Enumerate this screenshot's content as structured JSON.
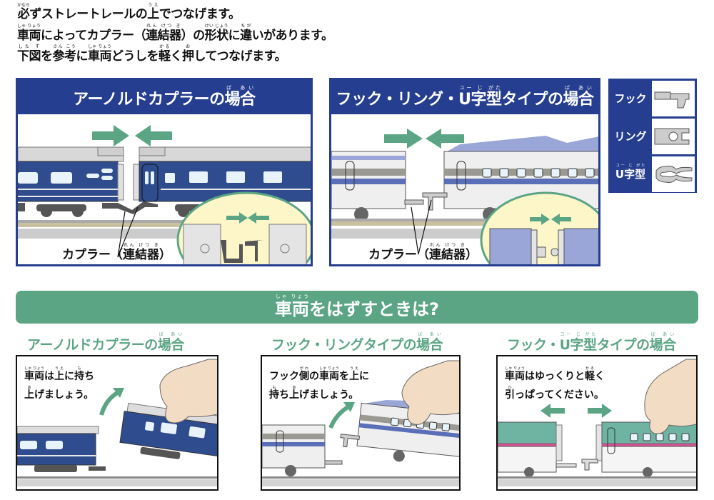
{
  "intro": {
    "lines": [
      [
        {
          "t": "必",
          "r": "かなら"
        },
        {
          "t": "ずストレートレールの"
        },
        {
          "t": "上",
          "r": "うえ"
        },
        {
          "t": "でつなげます。"
        }
      ],
      [
        {
          "t": "車両",
          "r": "しゃ りょう"
        },
        {
          "t": "によってカプラー（"
        },
        {
          "t": "連結器",
          "r": "れん けつ き"
        },
        {
          "t": "）の"
        },
        {
          "t": "形状",
          "r": "けい じょう"
        },
        {
          "t": "に"
        },
        {
          "t": "違",
          "r": "ちが"
        },
        {
          "t": "いがあります。"
        }
      ],
      [
        {
          "t": "下図",
          "r": "した ず"
        },
        {
          "t": "を"
        },
        {
          "t": "参考",
          "r": "さん こう"
        },
        {
          "t": "に"
        },
        {
          "t": "車両",
          "r": "しゃ りょう"
        },
        {
          "t": "どうしを"
        },
        {
          "t": "軽",
          "r": "かる"
        },
        {
          "t": "く"
        },
        {
          "t": "押",
          "r": "お"
        },
        {
          "t": "してつなげます。"
        }
      ]
    ]
  },
  "connect": {
    "arnold": {
      "title": [
        {
          "t": "アーノルドカプラーの"
        },
        {
          "t": "場合",
          "r": "ば あい"
        }
      ],
      "coupler_label": [
        {
          "t": "カプラー（"
        },
        {
          "t": "連結器",
          "r": "れん けつ き"
        },
        {
          "t": "）"
        }
      ]
    },
    "hook": {
      "title": [
        {
          "t": "フック・リング・"
        },
        {
          "t": "U字型",
          "r": "ユー じ がた"
        },
        {
          "t": "タイプの"
        },
        {
          "t": "場合",
          "r": "ば あい"
        }
      ],
      "coupler_label": [
        {
          "t": "カプラー（"
        },
        {
          "t": "連結器",
          "r": "れん けつ き"
        },
        {
          "t": "）"
        }
      ]
    }
  },
  "legend": {
    "items": [
      {
        "label": [
          {
            "t": "フック"
          }
        ],
        "icon": "hook-coupler-icon"
      },
      {
        "label": [
          {
            "t": "リング"
          }
        ],
        "icon": "ring-coupler-icon"
      },
      {
        "label": [
          {
            "t": "U字型",
            "r": "ユー じ がた"
          }
        ],
        "icon": "u-shape-coupler-icon"
      }
    ]
  },
  "detach": {
    "banner": [
      {
        "t": "車両",
        "r": "しゃ りょう"
      },
      {
        "t": "をはずすときは?"
      }
    ],
    "sections": [
      {
        "title": [
          {
            "t": "アーノルドカプラーの"
          },
          {
            "t": "場合",
            "r": "ば あい"
          }
        ],
        "text_lines": [
          [
            {
              "t": "車両",
              "r": "しゃ りょう"
            },
            {
              "t": "は"
            },
            {
              "t": "上",
              "r": "うえ"
            },
            {
              "t": "に"
            },
            {
              "t": "持",
              "r": "も"
            },
            {
              "t": "ち"
            }
          ],
          [
            {
              "t": "上",
              "r": "あ"
            },
            {
              "t": "げましょう。"
            }
          ]
        ]
      },
      {
        "title": [
          {
            "t": "フック・リングタイプの"
          },
          {
            "t": "場合",
            "r": "ば あい"
          }
        ],
        "text_lines": [
          [
            {
              "t": "フック"
            },
            {
              "t": "側",
              "r": "がわ"
            },
            {
              "t": "の"
            },
            {
              "t": "車両",
              "r": "しゃ りょう"
            },
            {
              "t": "を"
            },
            {
              "t": "上",
              "r": "うえ"
            },
            {
              "t": "に"
            }
          ],
          [
            {
              "t": "持",
              "r": "も"
            },
            {
              "t": "ち"
            },
            {
              "t": "上",
              "r": "あ"
            },
            {
              "t": "げましょう。"
            }
          ]
        ]
      },
      {
        "title": [
          {
            "t": "フック・"
          },
          {
            "t": "U字型",
            "r": "ユー じ がた"
          },
          {
            "t": "タイプの"
          },
          {
            "t": "場合",
            "r": "ば あい"
          }
        ],
        "text_lines": [
          [
            {
              "t": "車両",
              "r": "しゃ りょう"
            },
            {
              "t": "はゆっくりと"
            },
            {
              "t": "軽",
              "r": "かる"
            },
            {
              "t": "く"
            }
          ],
          [
            {
              "t": "引",
              "r": "ひ"
            },
            {
              "t": "っぱってください。"
            }
          ]
        ]
      }
    ]
  },
  "colors": {
    "navy": "#263e8f",
    "green": "#5ba585",
    "train_blue": "#2f4c8e",
    "shinkansen_stripe": "#5b6fb8",
    "e5_green": "#6fb3a3",
    "e5_pink": "#d05590",
    "zoom_bg": "#fdf6c8"
  }
}
